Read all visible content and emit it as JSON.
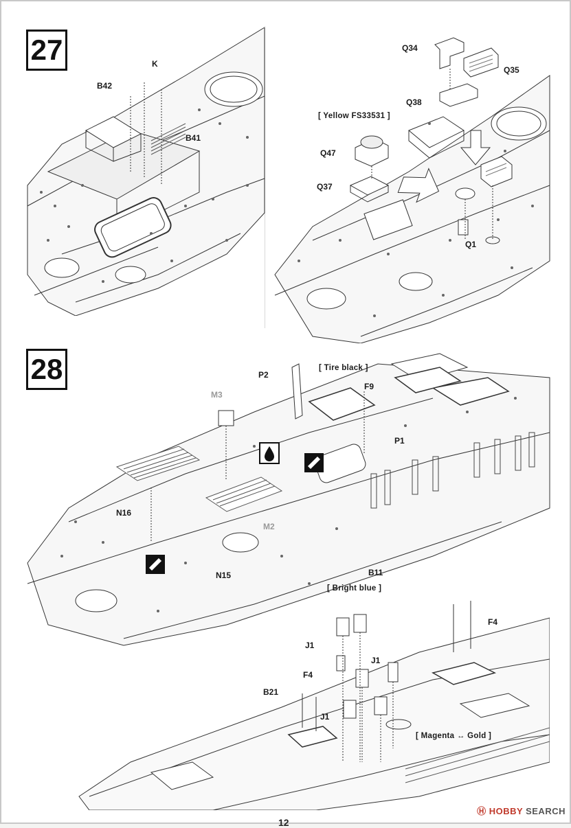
{
  "steps": {
    "step27": {
      "number": "27"
    },
    "step28": {
      "number": "28"
    }
  },
  "step27_labels": {
    "K": "K",
    "B42": "B42",
    "B41": "B41",
    "Q34": "Q34",
    "Q35": "Q35",
    "Q38": "Q38",
    "Q47": "Q47",
    "Q37": "Q37",
    "Q1": "Q1",
    "yellow_note": "[ Yellow FS33531 ]"
  },
  "step28_labels": {
    "P2": "P2",
    "M3": "M3",
    "F9": "F9",
    "P1": "P1",
    "N16": "N16",
    "M2": "M2",
    "N15": "N15",
    "B11": "B11",
    "J1_a": "J1",
    "J1_b": "J1",
    "J1_c": "J1",
    "F4_a": "F4",
    "F4_b": "F4",
    "B21": "B21",
    "tire_note": "[ Tire black ]",
    "bright_blue_note": "[ Bright blue ]",
    "magenta_gold_note": "[ Magenta ↔ Gold ]"
  },
  "footer": {
    "page_number": "12",
    "watermark_logo": "Ⓗ HOBBY",
    "watermark_text": "SEARCH"
  },
  "icons": [
    "glue-drop-icon",
    "no-glue-icon"
  ]
}
